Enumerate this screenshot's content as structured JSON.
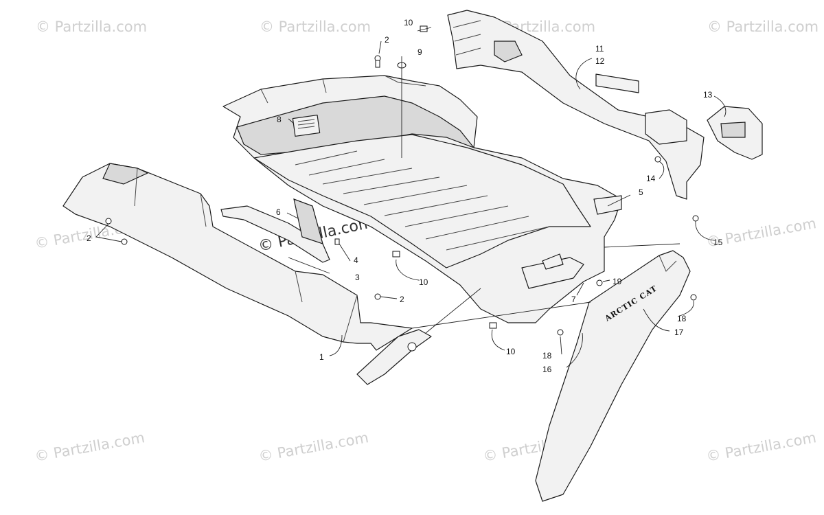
{
  "watermark": {
    "text": "© Partzilla.com",
    "center_text": "© Partzilla.com"
  },
  "decal_text": "ARCTIC CAT",
  "callouts": [
    {
      "id": "c1",
      "label": "1"
    },
    {
      "id": "c2a",
      "label": "2"
    },
    {
      "id": "c2b",
      "label": "2"
    },
    {
      "id": "c2c",
      "label": "2"
    },
    {
      "id": "c3",
      "label": "3"
    },
    {
      "id": "c4",
      "label": "4"
    },
    {
      "id": "c5",
      "label": "5"
    },
    {
      "id": "c6",
      "label": "6"
    },
    {
      "id": "c7",
      "label": "7"
    },
    {
      "id": "c8",
      "label": "8"
    },
    {
      "id": "c9",
      "label": "9"
    },
    {
      "id": "c10a",
      "label": "10"
    },
    {
      "id": "c10b",
      "label": "10"
    },
    {
      "id": "c10c",
      "label": "10"
    },
    {
      "id": "c11",
      "label": "11"
    },
    {
      "id": "c12",
      "label": "12"
    },
    {
      "id": "c13",
      "label": "13"
    },
    {
      "id": "c14",
      "label": "14"
    },
    {
      "id": "c15",
      "label": "15"
    },
    {
      "id": "c16",
      "label": "16"
    },
    {
      "id": "c17",
      "label": "17"
    },
    {
      "id": "c18a",
      "label": "18"
    },
    {
      "id": "c18b",
      "label": "18"
    },
    {
      "id": "c19",
      "label": "19"
    }
  ]
}
